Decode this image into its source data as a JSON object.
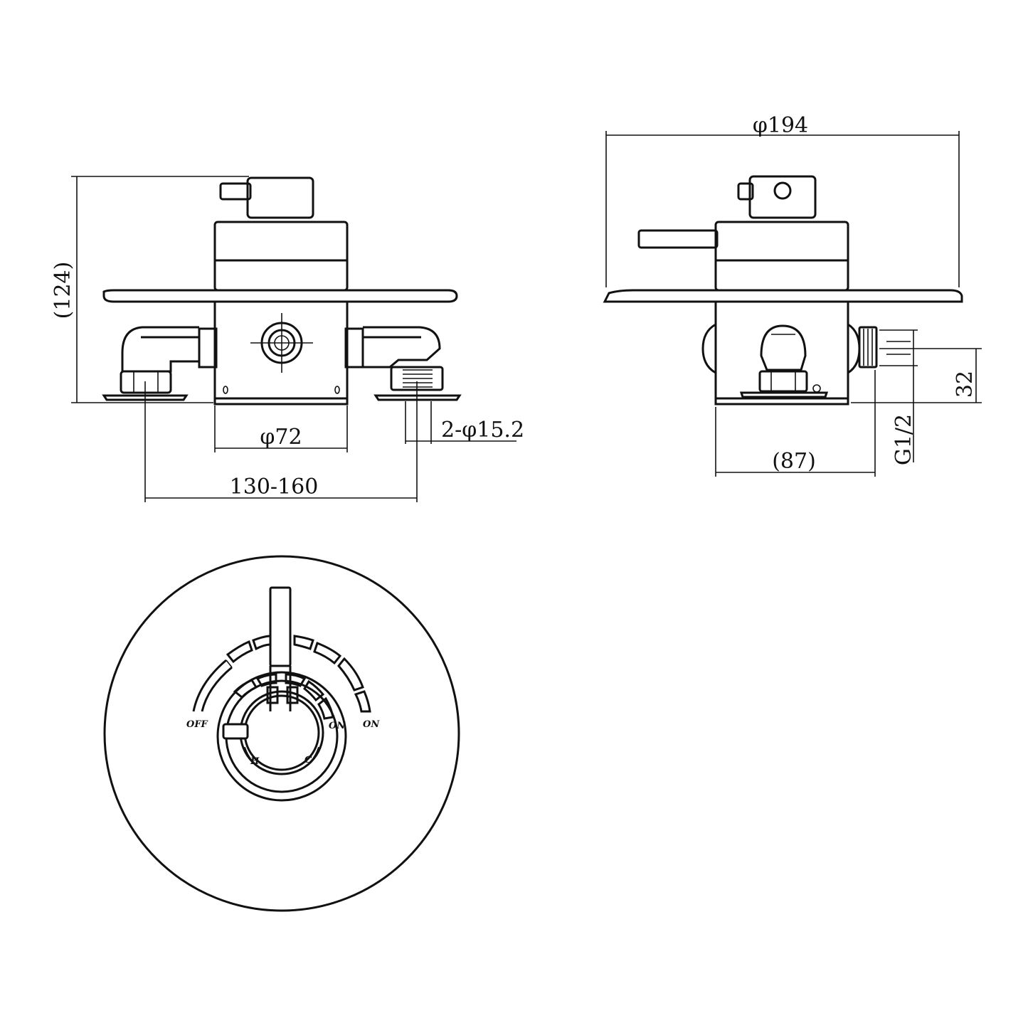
{
  "front_view": {
    "height_label": "(124)",
    "body_diameter_label": "φ72",
    "pipe_label": "2-φ15.2",
    "centers_label": "130-160"
  },
  "side_view": {
    "plate_diameter_label": "φ194",
    "depth_label": "(87)",
    "thread_label": "G1/2",
    "thread_length_label": "32"
  },
  "plan_view": {
    "off_left_label": "OFF",
    "on_inner_label": "ON",
    "on_outer_label": "ON",
    "hot_label": "H",
    "cold_label": "C"
  },
  "colors": {
    "line": "#111111",
    "background": "#ffffff"
  }
}
